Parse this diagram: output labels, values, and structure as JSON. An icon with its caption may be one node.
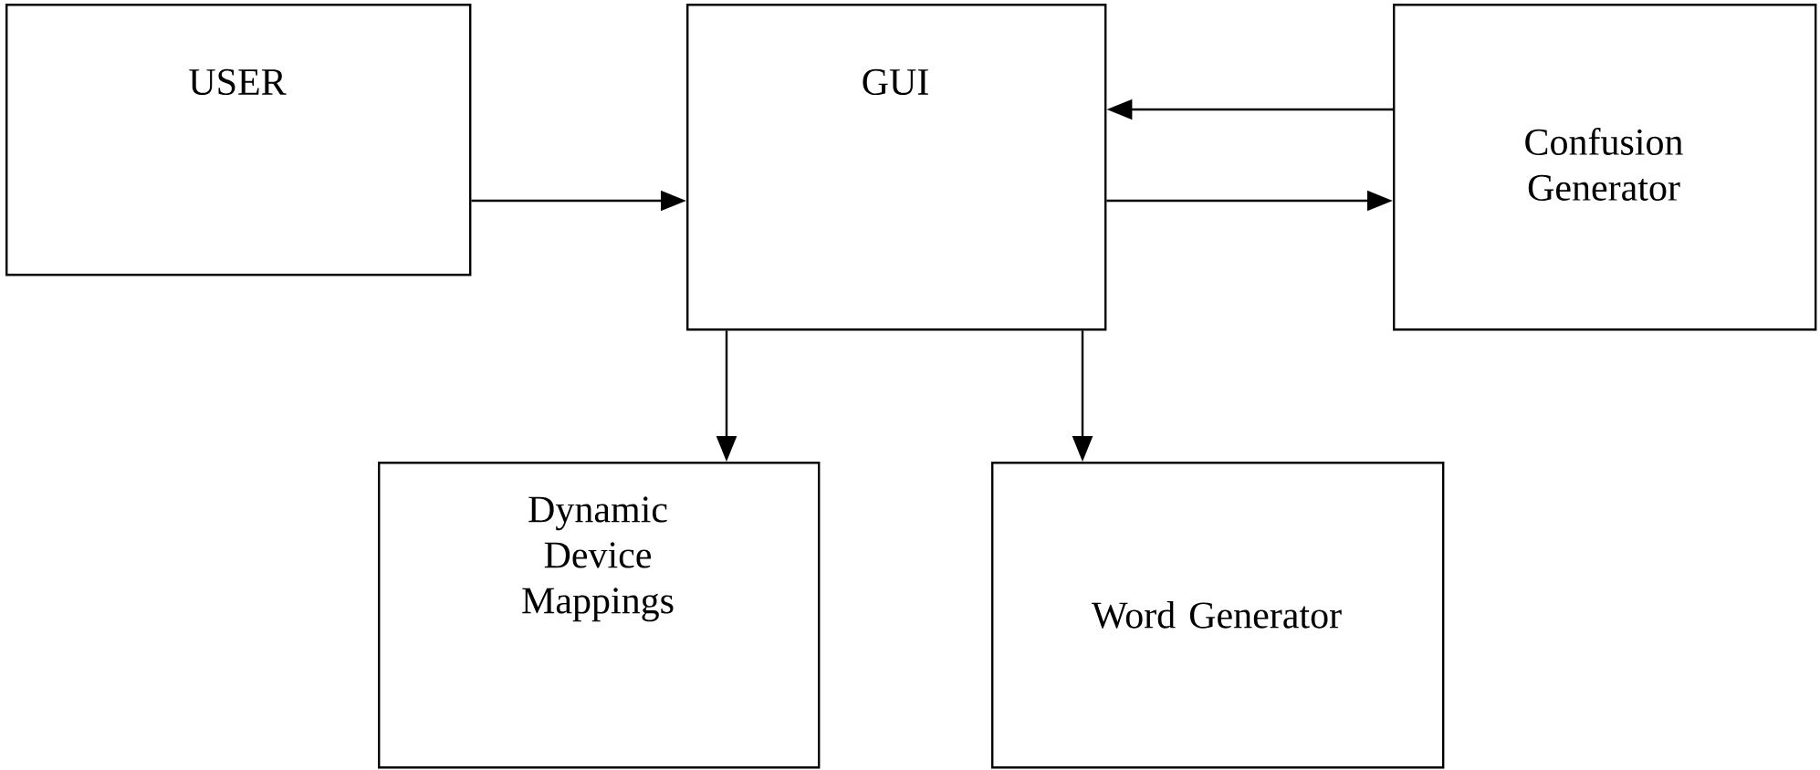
{
  "diagram": {
    "nodes": [
      {
        "text": [
          "USER"
        ]
      },
      {
        "text": [
          "GUI"
        ]
      },
      {
        "text": [
          "Confusion Generator"
        ]
      },
      {
        "text": [
          "Dynamic Device Mappings"
        ]
      },
      {
        "text": [
          "Word Generator"
        ]
      }
    ],
    "edges": [
      {
        "from": 0,
        "to": 1,
        "arrow": "to"
      },
      {
        "from": 2,
        "to": 1,
        "arrow": "to"
      },
      {
        "from": 1,
        "to": 2,
        "arrow": "to"
      },
      {
        "from": 1,
        "to": 3,
        "arrow": "to"
      },
      {
        "from": 1,
        "to": 4,
        "arrow": "to"
      }
    ]
  }
}
